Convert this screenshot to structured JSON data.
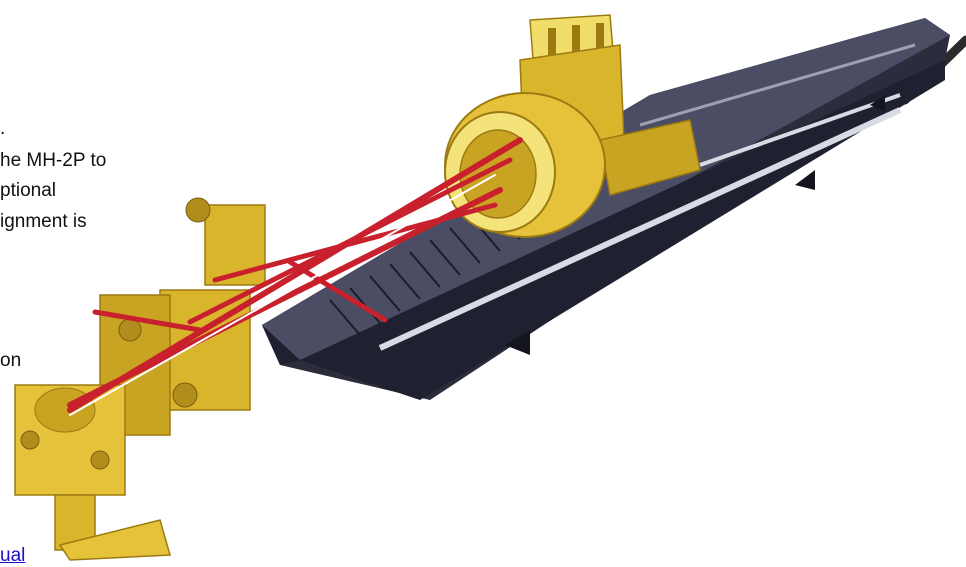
{
  "text_fragments": [
    ".",
    "he MH-2P to",
    "ptional",
    "ignment is",
    "on"
  ],
  "link_fragment": "ual",
  "colors": {
    "brass": "#d9b52c",
    "brass_light": "#f1de6a",
    "brass_dark": "#9c7a12",
    "rail_dark": "#2b2d3d",
    "rail_mid": "#3b3e52",
    "rail_top": "#4a4d63",
    "beam_red": "#c8202c",
    "beam_white": "#ffffff",
    "cable": "#2a2a2a",
    "text": "#111111",
    "link": "#1a0dcc"
  },
  "icons": [
    "optical-rail",
    "cylindrical-lens-mount",
    "mirror-mount",
    "laser-beam"
  ]
}
